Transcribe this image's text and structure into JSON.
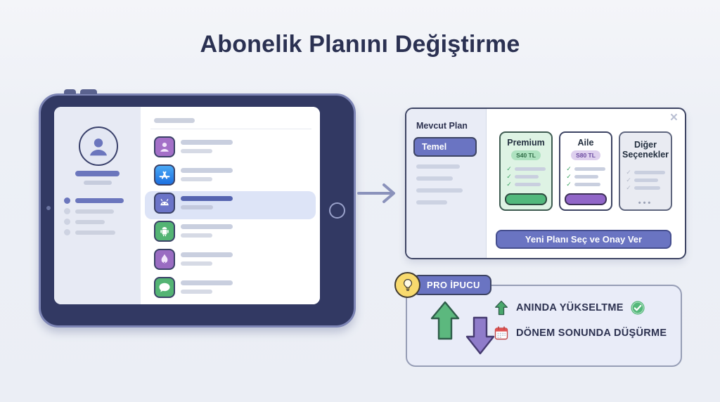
{
  "page": {
    "title": "Abonelik Planını Değiştirme"
  },
  "tablet": {
    "sidebar": {
      "avatar_icon": "user-avatar-icon",
      "active_menu_index": 0,
      "menu_item_count": 4
    },
    "settings_rows": [
      {
        "icon": "contacts-person-icon",
        "color": "#a470c8"
      },
      {
        "icon": "app-store-icon",
        "color": "#2f8cea"
      },
      {
        "icon": "subscriptions-android-icon",
        "color": "#6b74c8",
        "highlighted": true
      },
      {
        "icon": "android-robot-icon",
        "color": "#54b474"
      },
      {
        "icon": "fire-icon",
        "color": "#9a6cc2"
      },
      {
        "icon": "messages-bubble-icon",
        "color": "#54b474"
      }
    ],
    "cursor": "hand-cursor-icon"
  },
  "flow": {
    "arrow_icon": "right-arrow-icon"
  },
  "modal": {
    "current_plan_label": "Mevcut Plan",
    "current_plan_name": "Temel",
    "close_label": "×",
    "plans": [
      {
        "name": "Premium",
        "price": "S40 TL",
        "accent": "#52b87c",
        "features": 3
      },
      {
        "name": "Aile",
        "price": "S80 TL",
        "accent": "#9166c8",
        "features": 3
      },
      {
        "name": "Diğer Seçenekler",
        "more_label": "•••",
        "features": 3
      }
    ],
    "confirm_button_label": "Yeni Planı Seç ve Onay Ver"
  },
  "tip": {
    "badge_label": "PRO İPUCU",
    "badge_icon": "lightbulb-icon",
    "decoration": [
      "upgrade-up-arrow-icon",
      "downgrade-down-arrow-icon"
    ],
    "items": [
      {
        "icon": "up-arrow-icon",
        "label": "ANINDA YÜKSELTME",
        "trailing_icon": "check-circle-icon"
      },
      {
        "icon": "calendar-icon",
        "label": "DÖNEM SONUNDA DÜŞÜRME"
      }
    ]
  },
  "colors": {
    "background": "#edf0f6",
    "title_text": "#2b3152",
    "tablet_frame": "#323963",
    "accent_indigo": "#6a74c2",
    "highlight_row": "#dde4f7",
    "green": "#52b87c",
    "purple": "#9166c8",
    "badge_yellow": "#f8da6e",
    "calendar_red": "#e05252"
  }
}
